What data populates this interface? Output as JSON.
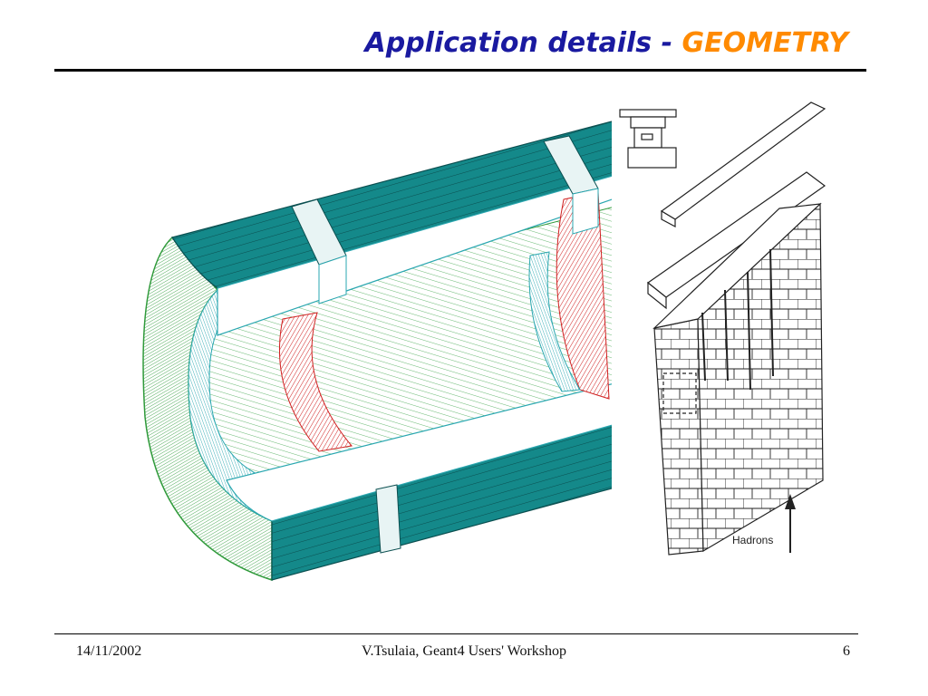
{
  "slide": {
    "title_main": "Application details - ",
    "title_accent": "GEOMETRY"
  },
  "figure": {
    "module_label": "Hadrons"
  },
  "footer": {
    "date": "14/11/2002",
    "author": "V.Tsulaia, Geant4 Users' Workshop",
    "page": "6"
  },
  "colors": {
    "title": "#1a1aa0",
    "accent": "#ff8a00",
    "tile_teal": "#14898a",
    "lar_green": "#2f9a3a",
    "lar_red": "#d02020",
    "lar_cyan": "#2aa7b0"
  }
}
